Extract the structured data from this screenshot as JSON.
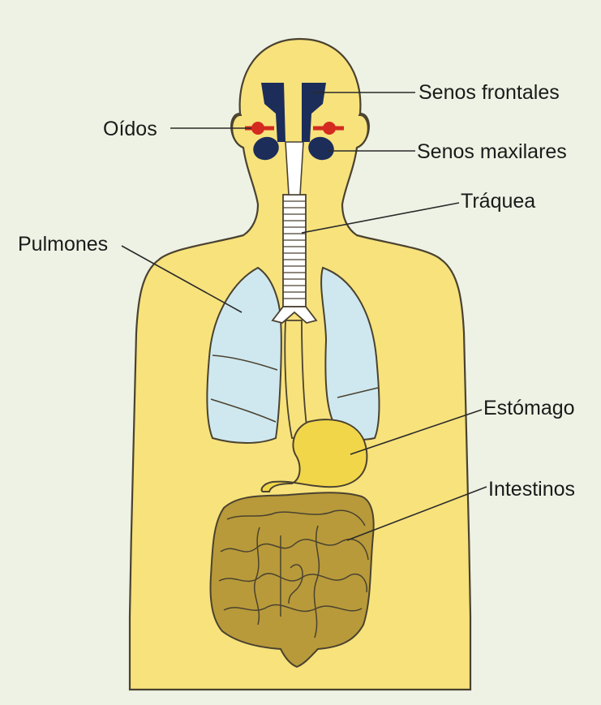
{
  "labels": {
    "senos_frontales": "Senos frontales",
    "oidos": "Oídos",
    "senos_maxilares": "Senos maxilares",
    "traquea": "Tráquea",
    "pulmones": "Pulmones",
    "estomago": "Estómago",
    "intestinos": "Intestinos"
  },
  "colors": {
    "background": "#eef2e4",
    "body": "#f7e27c",
    "body_outline": "#4a4230",
    "lungs": "#cfe8ef",
    "sinuses": "#1c2d5a",
    "ears": "#d42a20",
    "stomach": "#f2d64a",
    "intestines": "#b89a3a",
    "trachea": "#ffffff",
    "leader_lines": "#2a2a2a"
  }
}
